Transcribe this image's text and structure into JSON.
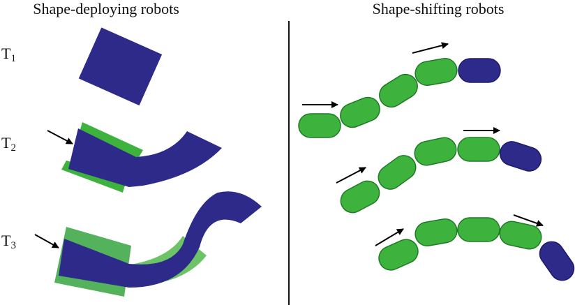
{
  "panels": {
    "left_title": "Shape-deploying robots",
    "right_title": "Shape-shifting robots"
  },
  "time_labels": [
    {
      "main": "T",
      "sub": "1"
    },
    {
      "main": "T",
      "sub": "2"
    },
    {
      "main": "T",
      "sub": "3"
    }
  ],
  "colors": {
    "robot_blue": "#2e2a8a",
    "robot_green": "#3db33d",
    "green_outline": "#1f7a26",
    "divider": "#111111",
    "arrow": "#000000"
  }
}
